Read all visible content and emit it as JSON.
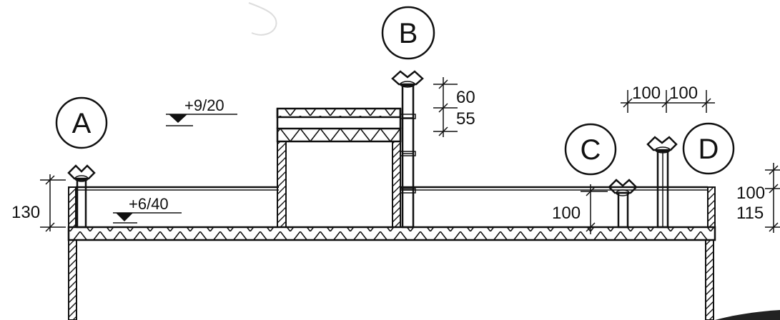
{
  "markers": {
    "a": "A",
    "b": "B",
    "c": "C",
    "d": "D"
  },
  "levels": {
    "upper": "+9/20",
    "lower": "+6/40"
  },
  "dimensions": {
    "left_parapet": "130",
    "b_vent_top": "60",
    "b_vent_bottom": "55",
    "c_vent": "100",
    "cd_spacing_1": "100",
    "cd_spacing_2": "100",
    "right_top": "100",
    "right_bottom": "115"
  }
}
